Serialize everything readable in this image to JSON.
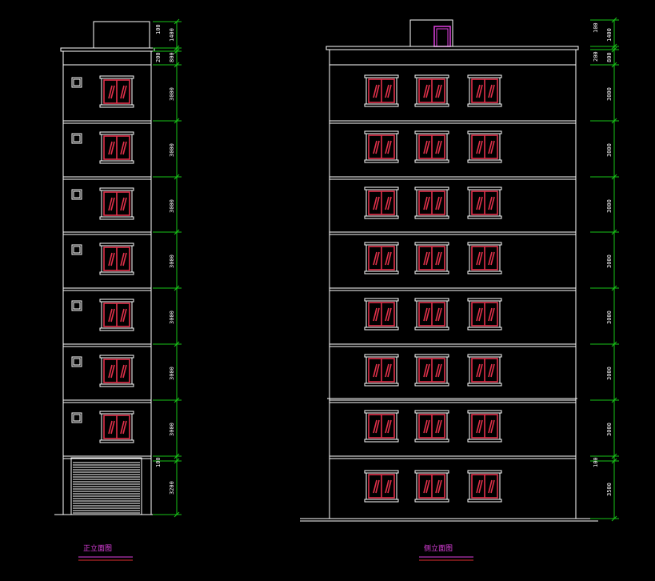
{
  "colors": {
    "background": "#000000",
    "lines": "#ffffff",
    "window_glass": "#e0304a",
    "dimension": "#18c418",
    "title": "#e040e0"
  },
  "front_elevation": {
    "title": "正立面图",
    "floors": 8,
    "dims": {
      "parapet": "100",
      "parapet_total": "1400",
      "roof_band": "200",
      "roof_band_total": "800",
      "floor": "3000",
      "ground_band": "100",
      "ground": "3200"
    }
  },
  "side_elevation": {
    "title": "侧立面图",
    "floors": 8,
    "windows_per_floor": 3,
    "dims": {
      "parapet": "100",
      "parapet_total": "1400",
      "roof_band": "200",
      "roof_band_total": "800",
      "floor": "3000",
      "ground_band": "100",
      "ground": "3500"
    }
  }
}
